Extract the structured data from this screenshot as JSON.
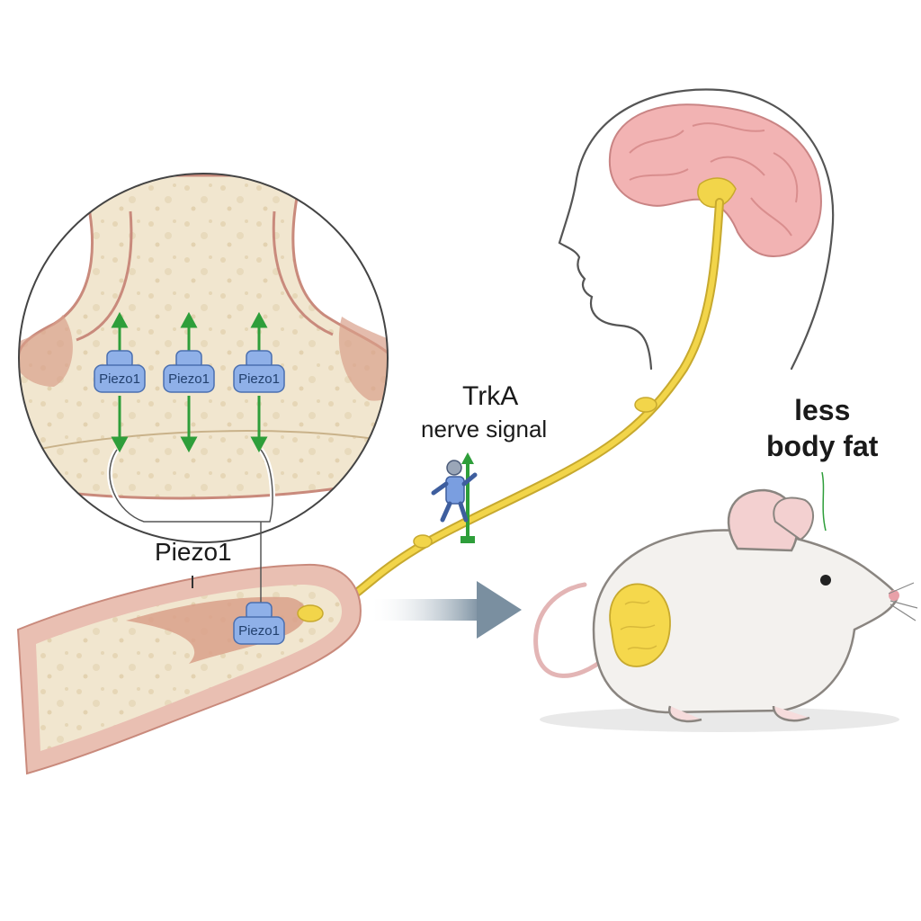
{
  "labels": {
    "trka": "TrkA",
    "nerve_signal": "nerve signal",
    "piezo_main": "Piezo1",
    "less": "less",
    "body_fat": "body fat"
  },
  "proteins": [
    {
      "id": "p1",
      "label": "Piezo1"
    },
    {
      "id": "p2",
      "label": "Piezo1"
    },
    {
      "id": "p3",
      "label": "Piezo1"
    },
    {
      "id": "p4",
      "label": "Piezo1"
    }
  ],
  "colors": {
    "bone": "#f1e6cf",
    "bone_edge": "#c98a7c",
    "marrow": "#d9a08a",
    "nerve": "#f2d54a",
    "brain": "#f2b3b3",
    "protein": "#8fb0e8",
    "arrow_green": "#2e9e3a",
    "fat": "#f5d84c",
    "mouse": "#f3f1ee",
    "arrow_gray": "#7a8fa0"
  }
}
